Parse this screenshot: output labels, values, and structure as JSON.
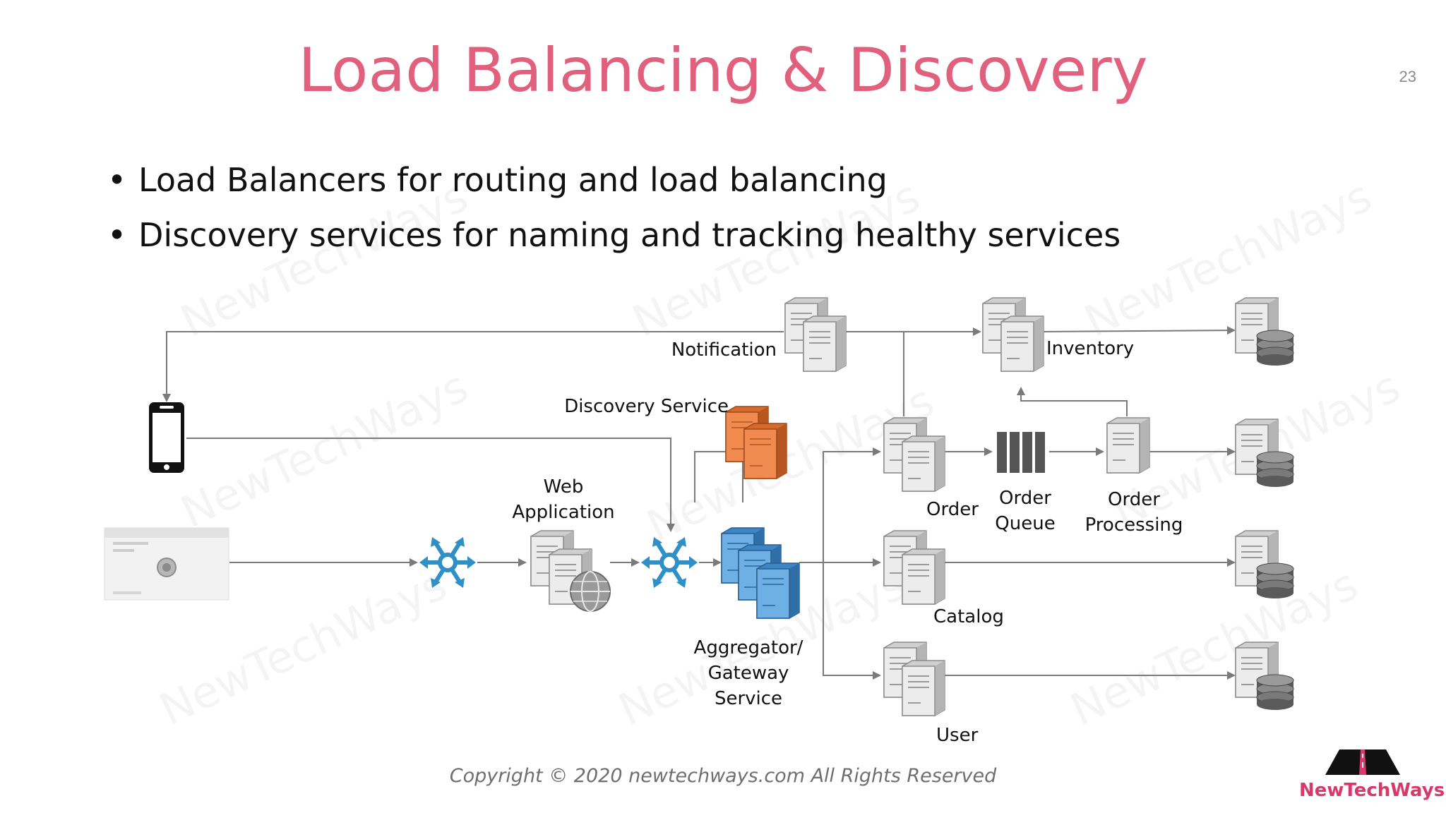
{
  "slide": {
    "title": "Load Balancing & Discovery",
    "page_number": "23",
    "bullets": [
      "Load Balancers for routing and load balancing",
      "Discovery services for naming and tracking healthy services"
    ],
    "footer": "Copyright © 2020 newtechways.com All Rights Reserved",
    "brand": "NewTechWays",
    "watermark": "NewTechWays"
  },
  "diagram": {
    "nodes": {
      "notification": "Notification",
      "inventory": "Inventory",
      "discovery": "Discovery Service",
      "web_app_line1": "Web",
      "web_app_line2": "Application",
      "order": "Order",
      "order_queue_line1": "Order",
      "order_queue_line2": "Queue",
      "order_processing_line1": "Order",
      "order_processing_line2": "Processing",
      "catalog": "Catalog",
      "user": "User",
      "aggregator_line1": "Aggregator/",
      "aggregator_line2": "Gateway",
      "aggregator_line3": "Service"
    },
    "colors": {
      "server": "#d8d8d8",
      "server_discovery": "#e07a3f",
      "server_gateway": "#5aa0d8",
      "load_balancer": "#2f8fc7",
      "queue": "#555555",
      "arrow": "#7a7a7a"
    }
  }
}
